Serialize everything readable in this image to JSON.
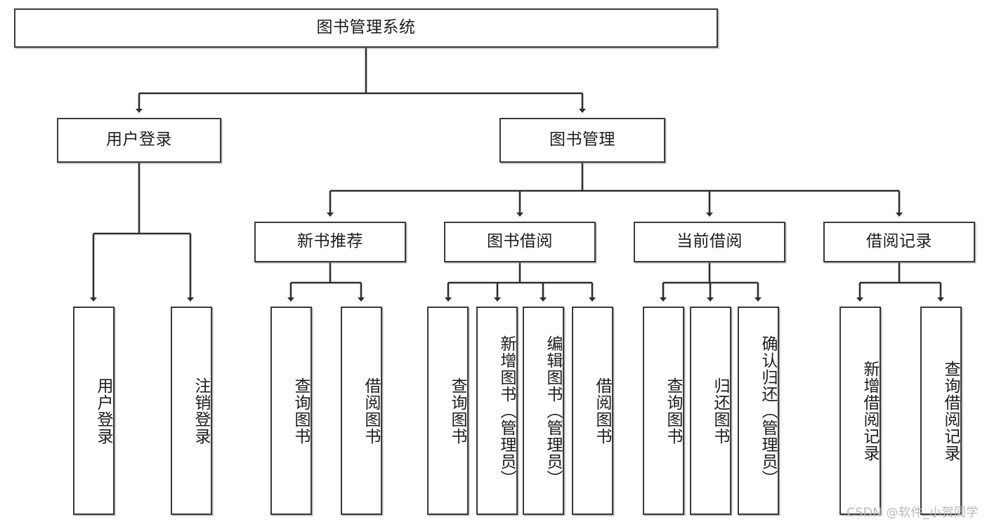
{
  "diagram": {
    "type": "tree-hierarchy-chart",
    "title": "图书管理系统",
    "line_color": "#3a3a3a",
    "box_fill": "#ffffff",
    "text_color": "#1c1c1c",
    "watermark": "CSDN @软件_小贺同学",
    "root": {
      "label": "图书管理系统"
    },
    "level2": [
      {
        "label": "用户登录"
      },
      {
        "label": "图书管理"
      }
    ],
    "level3": [
      {
        "label": "新书推荐"
      },
      {
        "label": "图书借阅"
      },
      {
        "label": "当前借阅"
      },
      {
        "label": "借阅记录"
      }
    ],
    "leaves": {
      "user_login": [
        {
          "label": "用户登录"
        },
        {
          "label": "注销登录"
        }
      ],
      "new_book_recommend": [
        {
          "label": "查询图书"
        },
        {
          "label": "借阅图书"
        }
      ],
      "book_borrow": [
        {
          "label": "查询图书"
        },
        {
          "label": "新增图书（管理员）"
        },
        {
          "label": "编辑图书（管理员）"
        },
        {
          "label": "借阅图书"
        }
      ],
      "current_borrow": [
        {
          "label": "查询图书"
        },
        {
          "label": "归还图书"
        },
        {
          "label": "确认归还（管理员）"
        }
      ],
      "borrow_record": [
        {
          "label": "新增借阅记录"
        },
        {
          "label": "查询借阅记录"
        }
      ]
    }
  }
}
